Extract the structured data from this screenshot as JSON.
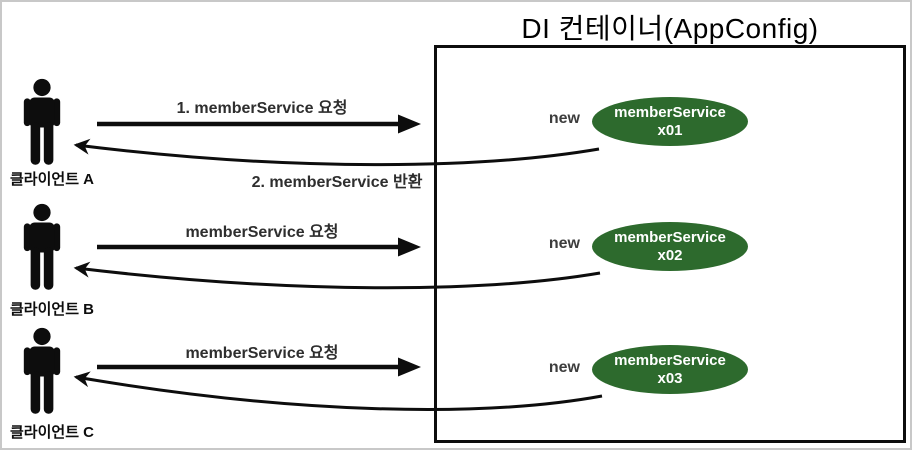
{
  "diagram": {
    "title": "DI 컨테이너(AppConfig)",
    "type": "dependency-injection-request-diagram"
  },
  "colors": {
    "instance_fill": "#2d6a2d",
    "instance_text": "#ffffff",
    "arrow": "#0d0d0d",
    "label_text": "#2e2e2e",
    "new_text": "#3d3d3d",
    "outer_frame": "#c8c8c8"
  },
  "clients": [
    {
      "label": "클라이언트 A",
      "request_label": "1. memberService 요청",
      "return_label": "2. memberService 반환",
      "new_label": "new",
      "instance": {
        "name": "memberService",
        "id": "x01"
      }
    },
    {
      "label": "클라이언트 B",
      "request_label": "memberService 요청",
      "new_label": "new",
      "instance": {
        "name": "memberService",
        "id": "x02"
      }
    },
    {
      "label": "클라이언트 C",
      "request_label": "memberService 요청",
      "new_label": "new",
      "instance": {
        "name": "memberService",
        "id": "x03"
      }
    }
  ]
}
